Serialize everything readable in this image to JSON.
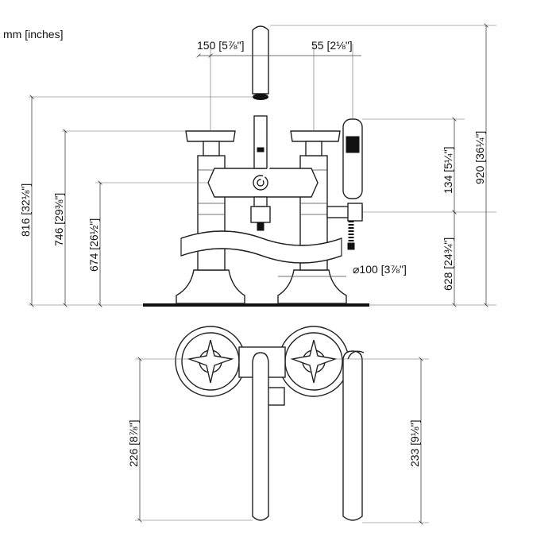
{
  "units_label": "mm [inches]",
  "dimensions": {
    "spout_offset": "150 [5⅞\"]",
    "handshower_offset": "55 [2⅛\"]",
    "handshower_height": "134 [5¼\"]",
    "total_height": "920 [36¼\"]",
    "handle_height": "816 [32⅛\"]",
    "body_height": "746 [29⅜\"]",
    "outlet_height": "674 [26½\"]",
    "holder_height": "628 [24¾\"]",
    "rose_diameter": "⌀100 [3⅞\"]",
    "spout_projection": "226 [8⅞\"]",
    "handshower_projection": "233 [9⅛\"]"
  }
}
